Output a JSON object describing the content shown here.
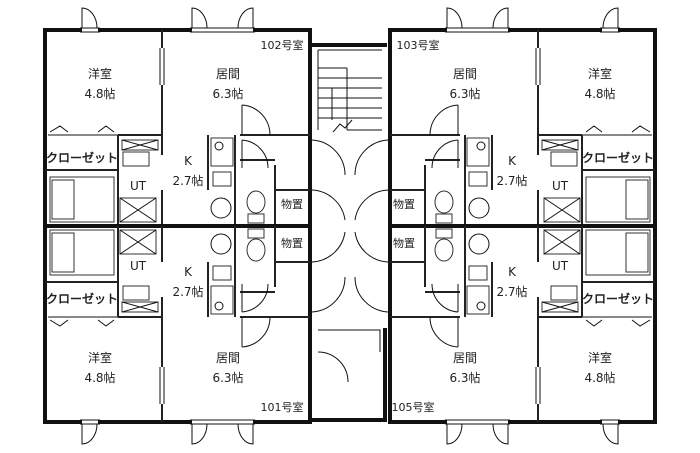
{
  "units": [
    {
      "number": "102号室",
      "western_room": {
        "name": "洋室",
        "size": "4.8帖"
      },
      "living": {
        "name": "居間",
        "size": "6.3帖"
      },
      "kitchen": {
        "name": "K",
        "size": "2.7帖"
      },
      "utility": "UT",
      "closet": "クローゼット",
      "storage": "物置"
    },
    {
      "number": "101号室",
      "western_room": {
        "name": "洋室",
        "size": "4.8帖"
      },
      "living": {
        "name": "居間",
        "size": "6.3帖"
      },
      "kitchen": {
        "name": "K",
        "size": "2.7帖"
      },
      "utility": "UT",
      "closet": "クローゼット",
      "storage": "物置"
    },
    {
      "number": "103号室",
      "western_room": {
        "name": "洋室",
        "size": "4.8帖"
      },
      "living": {
        "name": "居間",
        "size": "6.3帖"
      },
      "kitchen": {
        "name": "K",
        "size": "2.7帖"
      },
      "utility": "UT",
      "closet": "クローゼット",
      "storage": "物置"
    },
    {
      "number": "105号室",
      "western_room": {
        "name": "洋室",
        "size": "4.8帖"
      },
      "living": {
        "name": "居間",
        "size": "6.3帖"
      },
      "kitchen": {
        "name": "K",
        "size": "2.7帖"
      },
      "utility": "UT",
      "closet": "クローゼット",
      "storage": "物置"
    }
  ]
}
